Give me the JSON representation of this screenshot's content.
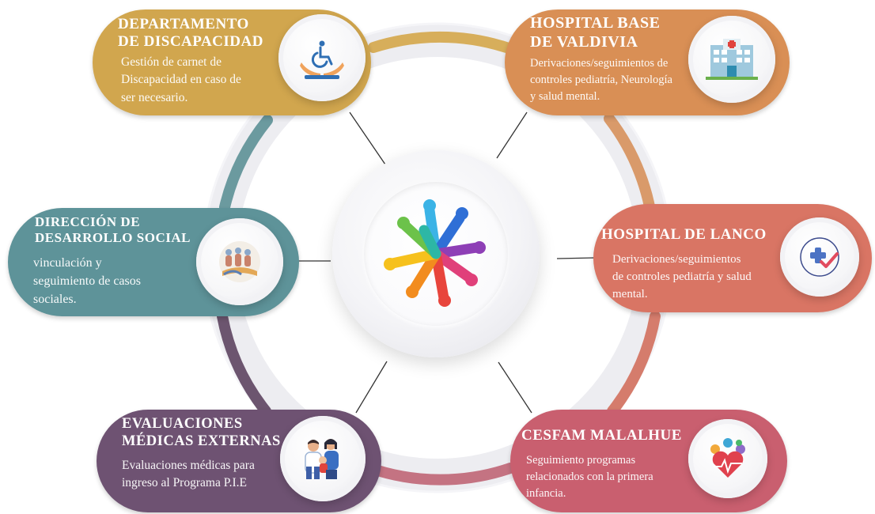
{
  "colors": {
    "discapacidad": "#D1A64E",
    "hospital_valdivia": "#D98F55",
    "desarrollo_social": "#5E9399",
    "hospital_lanco": "#D97564",
    "evaluaciones": "#6E5272",
    "cesfam": "#C95F6F",
    "ring": "#ECECF0"
  },
  "nodes": {
    "discapacidad": {
      "title": "DEPARTAMENTO\nDE DISCAPACIDAD",
      "description": "Gestión de carnet de\nDiscapacidad en caso de\nser necesario.",
      "icon": "wheelchair-hands-icon"
    },
    "hospital_valdivia": {
      "title": "HOSPITAL BASE\nDE VALDIVIA",
      "description": "Derivaciones/seguimientos de\ncontroles pediatría, Neurología\ny salud mental.",
      "icon": "hospital-building-icon"
    },
    "desarrollo_social": {
      "title": "DIRECCIÓN DE\nDESARROLLO SOCIAL",
      "description": "vinculación y\nseguimiento de casos\nsociales.",
      "icon": "community-people-icon"
    },
    "hospital_lanco": {
      "title": "HOSPITAL DE LANCO",
      "description": "Derivaciones/seguimientos\nde controles pediatría y salud\nmental.",
      "icon": "medical-cross-check-icon"
    },
    "evaluaciones": {
      "title": "EVALUACIONES\nMÉDICAS EXTERNAS",
      "description": "Evaluaciones médicas para\ningreso al Programa P.I.E",
      "icon": "doctor-child-icon"
    },
    "cesfam": {
      "title": "CESFAM MALALHUE",
      "description": "Seguimiento programas\nrelacionados con la primera\ninfancia.",
      "icon": "heart-health-icon"
    }
  },
  "center": {
    "icon": "colorful-hands-icon"
  }
}
